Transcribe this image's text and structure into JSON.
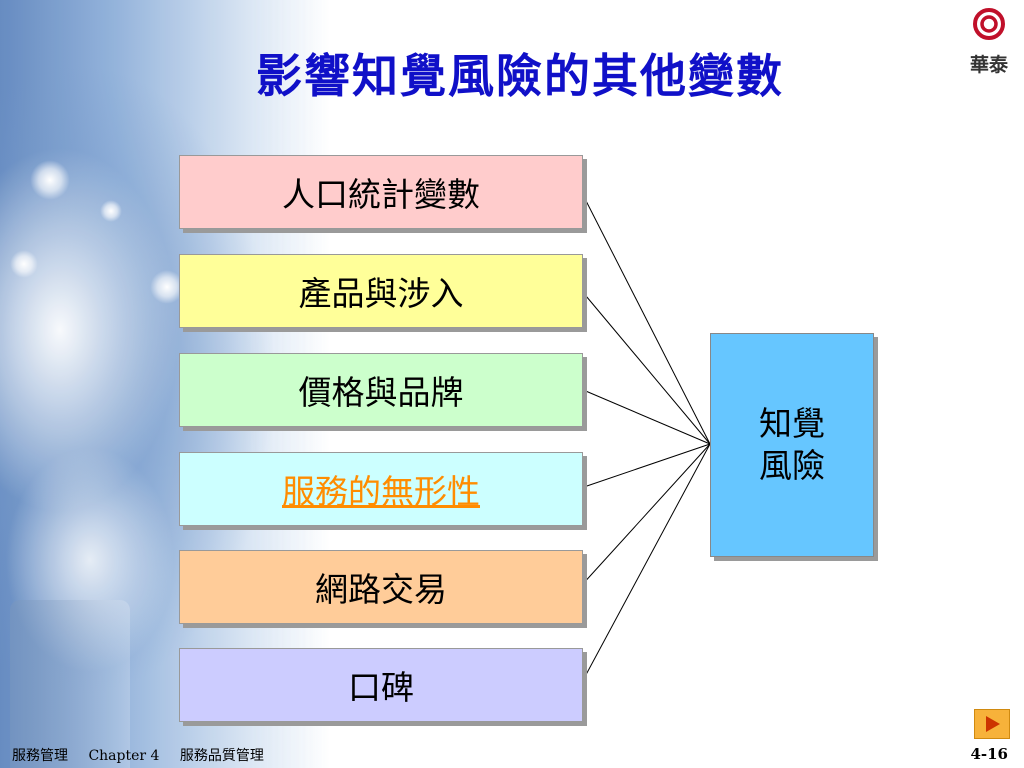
{
  "slide": {
    "title": "影響知覺風險的其他變數",
    "factors": [
      {
        "label": "人口統計變數",
        "color": "#ffcccc"
      },
      {
        "label": "產品與涉入",
        "color": "#ffff99"
      },
      {
        "label": "價格與品牌",
        "color": "#ccffcc"
      },
      {
        "label": "服務的無形性",
        "color": "#ccffff",
        "link_color": "#ff8c00"
      },
      {
        "label": "網路交易",
        "color": "#ffcc99"
      },
      {
        "label": "口碑",
        "color": "#ccccff"
      }
    ],
    "result": {
      "line1": "知覺",
      "line2": "風險",
      "color": "#66c6ff"
    }
  },
  "logo": {
    "text": "華泰",
    "icon": "concentric-circle-logo"
  },
  "footer": {
    "course": "服務管理",
    "chapter": "Chapter 4",
    "chapter_title": "服務品質管理",
    "page": "4-16"
  },
  "nav": {
    "icon": "play-next-icon"
  }
}
